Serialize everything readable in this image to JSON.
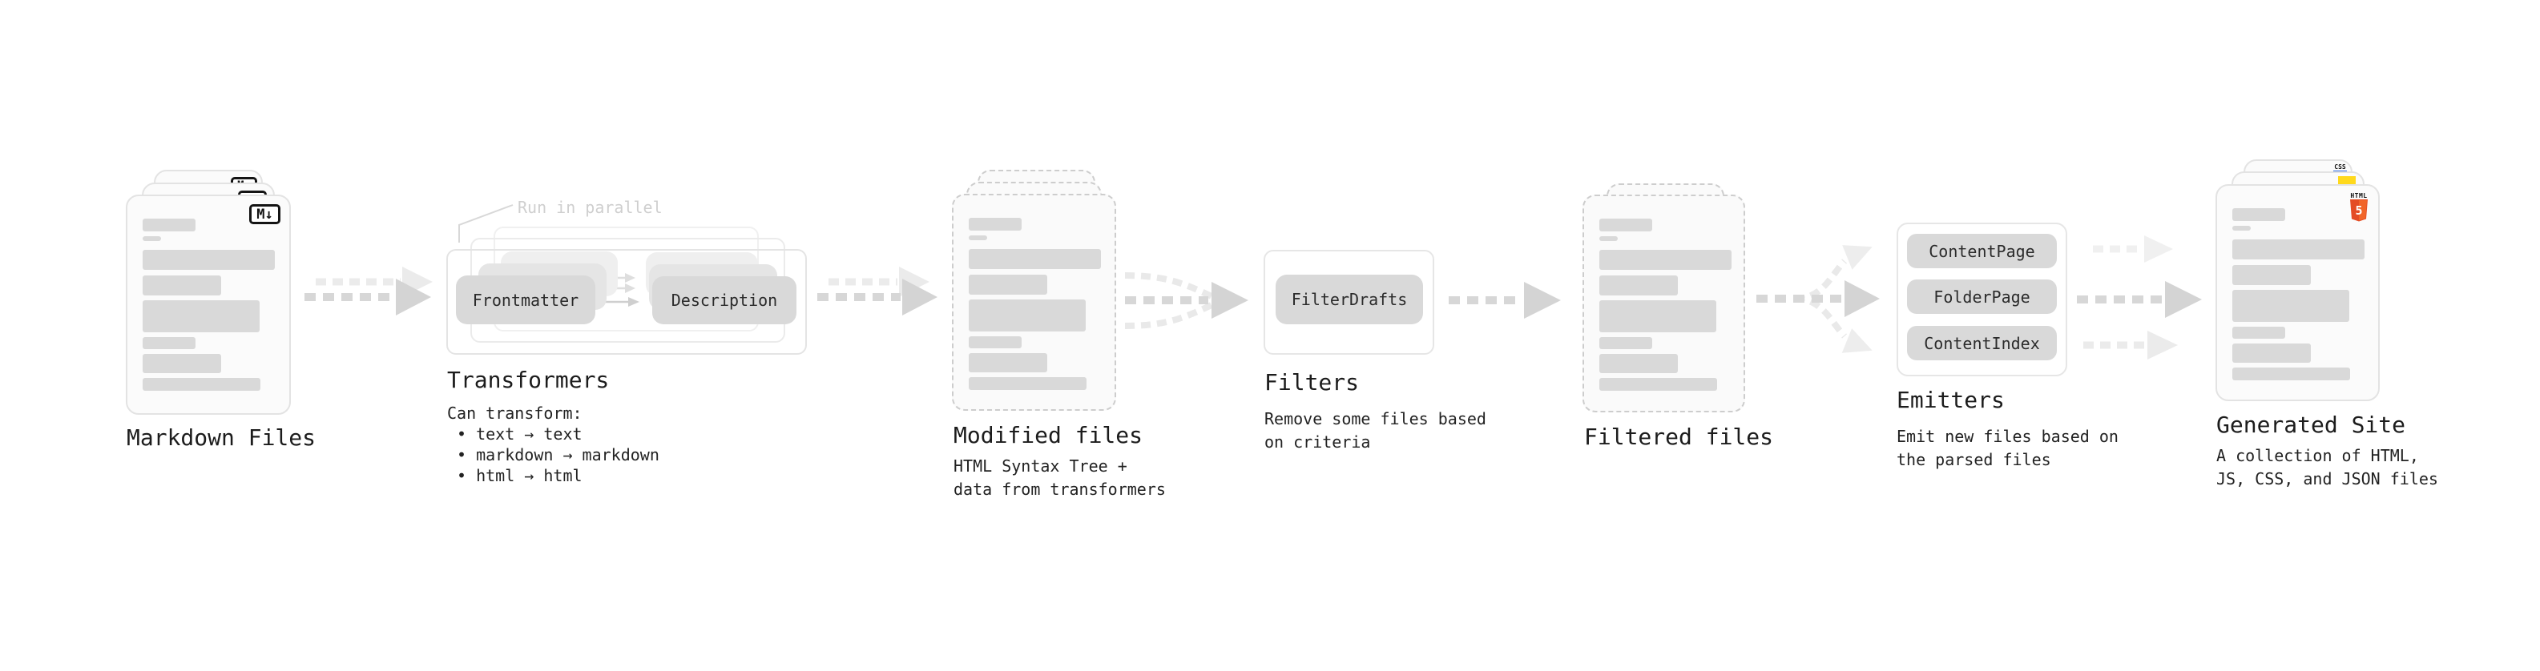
{
  "markdown": {
    "label": "Markdown Files",
    "icon": "M↓"
  },
  "transformers": {
    "heading": "Transformers",
    "annotation": "Run in parallel",
    "nodes": [
      "Frontmatter",
      "Description"
    ],
    "desc_title": "Can transform:",
    "bullets": [
      "• text → text",
      "• markdown → markdown",
      "• html → html"
    ]
  },
  "modified": {
    "label": "Modified files",
    "desc": [
      "HTML Syntax Tree +",
      "data from transformers"
    ]
  },
  "filters": {
    "heading": "Filters",
    "node": "FilterDrafts",
    "desc": [
      "Remove some files based",
      "on criteria"
    ]
  },
  "filtered": {
    "label": "Filtered files"
  },
  "emitters": {
    "heading": "Emitters",
    "nodes": [
      "ContentPage",
      "FolderPage",
      "ContentIndex"
    ],
    "desc": [
      "Emit new files based on",
      "the parsed files"
    ]
  },
  "generated": {
    "label": "Generated Site",
    "desc": [
      "A collection of HTML,",
      "JS, CSS, and JSON files"
    ],
    "badges": {
      "html_label": "HTML",
      "html_number": "5",
      "css": "CSS"
    }
  },
  "colors": {
    "node_bg": "#d9d9d9",
    "skeleton_bar": "#d9d9d9",
    "arrow_dark": "#d4d4d4",
    "arrow_light": "#ebebeb",
    "text": "#1c1c1c",
    "annotation": "#cfcfcf",
    "html5_orange": "#e44d26",
    "js_yellow": "#ffd91c",
    "css_blue": "#2d6ae3"
  }
}
